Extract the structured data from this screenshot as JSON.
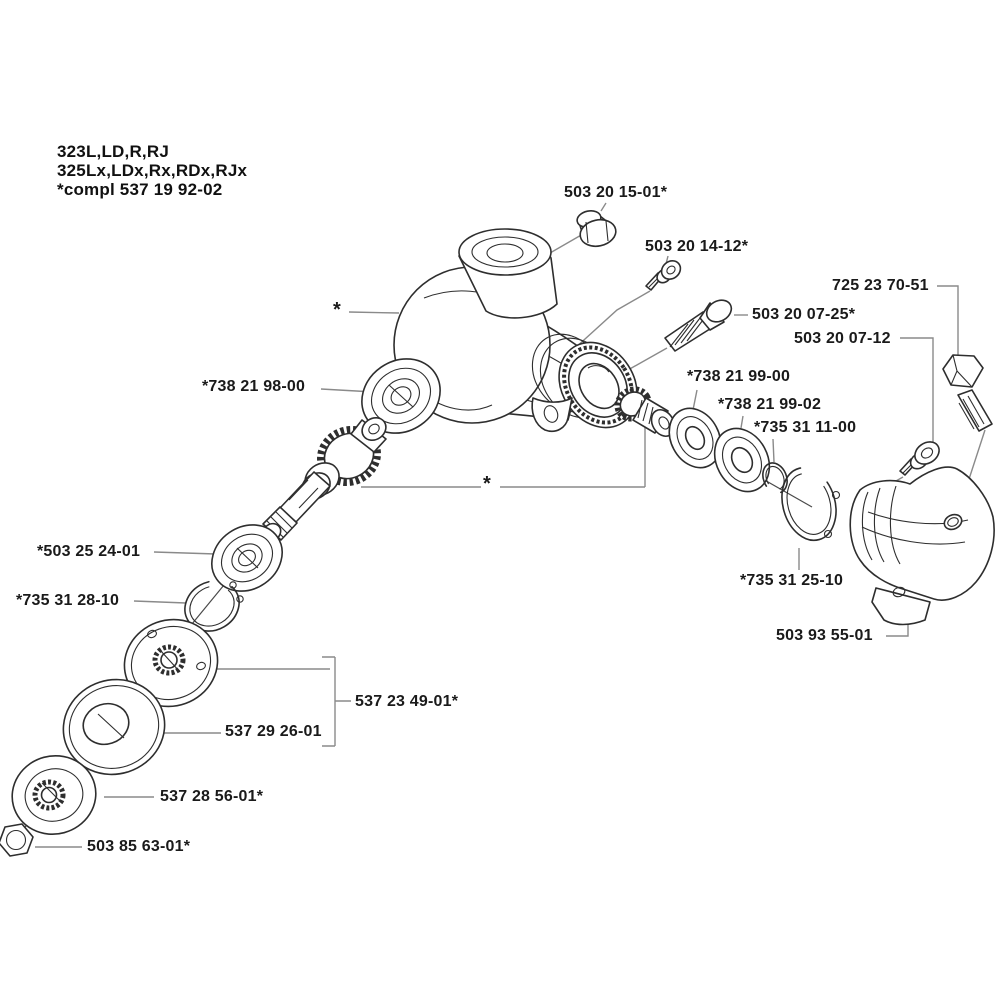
{
  "title_block": {
    "line1": "323L,LD,R,RJ",
    "line2": "325Lx,LDx,Rx,RDx,RJx",
    "line3": "*compl 537 19 92-02"
  },
  "labels": {
    "plug": "503 20 15-01*",
    "screw_top": "503 20 14-12*",
    "bolt_guard_long": "725 23 70-51",
    "bolt_housing": "503 20 07-25*",
    "screw_guard": "503 20 07-12",
    "bearing_upper": "*738 21 98-00",
    "bearing_pinion_outer": "*738 21 99-00",
    "bearing_pinion_inner": "*738 21 99-02",
    "retaining_ring_small": "*735 31 11-00",
    "bearing_lower": "*503 25 24-01",
    "snap_ring_lower": "*735 31 28-10",
    "snap_ring_pinion": "*735 31 25-10",
    "guard_cover": "503 93 55-01",
    "holder_assembly": "537 23 49-01*",
    "support_cup": "537 29 26-01",
    "support_flange": "537 28 56-01*",
    "nut": "503 85 63-01*"
  },
  "markers": {
    "housing_asterisk": "*",
    "assembly_asterisk": "*"
  },
  "colors": {
    "background": "#ffffff",
    "drawing_line": "#2e2e2e",
    "leader_line": "#8a8a8a",
    "text": "#1a1a1a"
  }
}
